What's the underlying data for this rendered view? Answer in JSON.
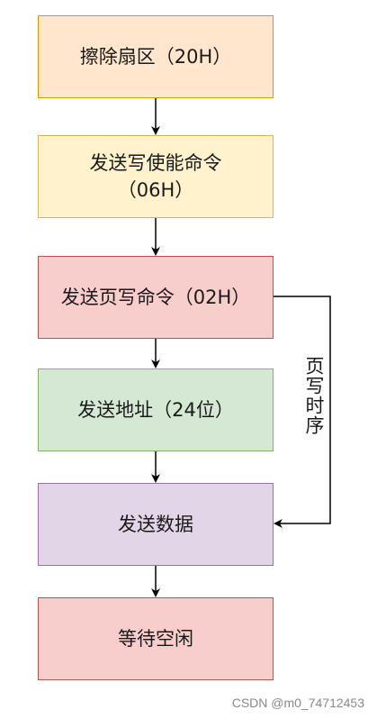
{
  "steps": [
    {
      "label": "擦除扇区（20H）"
    },
    {
      "label": "发送写使能命令\n（06H）"
    },
    {
      "label": "发送页写命令（02H）"
    },
    {
      "label": "发送地址（24位）"
    },
    {
      "label": "发送数据"
    },
    {
      "label": "等待空闲"
    }
  ],
  "loop_label": "页写时序",
  "watermark": "CSDN @m0_74712453",
  "colors": {
    "erase_fill": "#ffe6cc",
    "write_enable_fill": "#fff2cc",
    "page_write_fill": "#f8cecc",
    "address_fill": "#d5e8d4",
    "data_fill": "#e1d5e7",
    "wait_fill": "#f8cecc",
    "arrow": "#000000"
  }
}
